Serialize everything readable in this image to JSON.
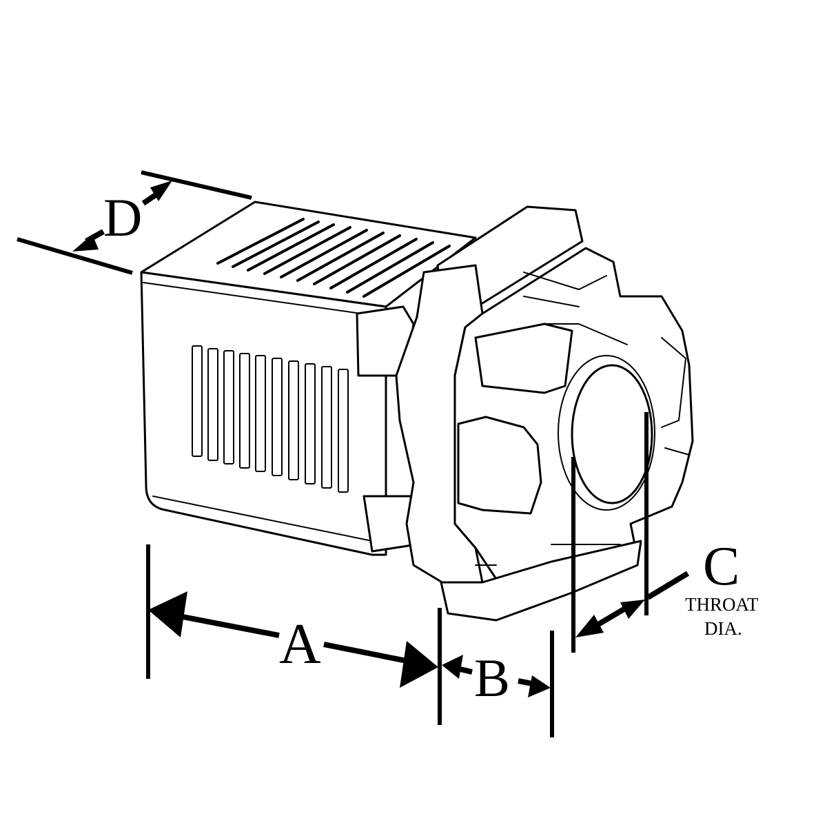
{
  "dimensions": {
    "a": {
      "label": "A"
    },
    "b": {
      "label": "B"
    },
    "c": {
      "label": "C",
      "note_line1": "THROAT",
      "note_line2": "DIA."
    },
    "d": {
      "label": "D"
    }
  },
  "colors": {
    "ink": "#000000",
    "paper": "#ffffff"
  }
}
